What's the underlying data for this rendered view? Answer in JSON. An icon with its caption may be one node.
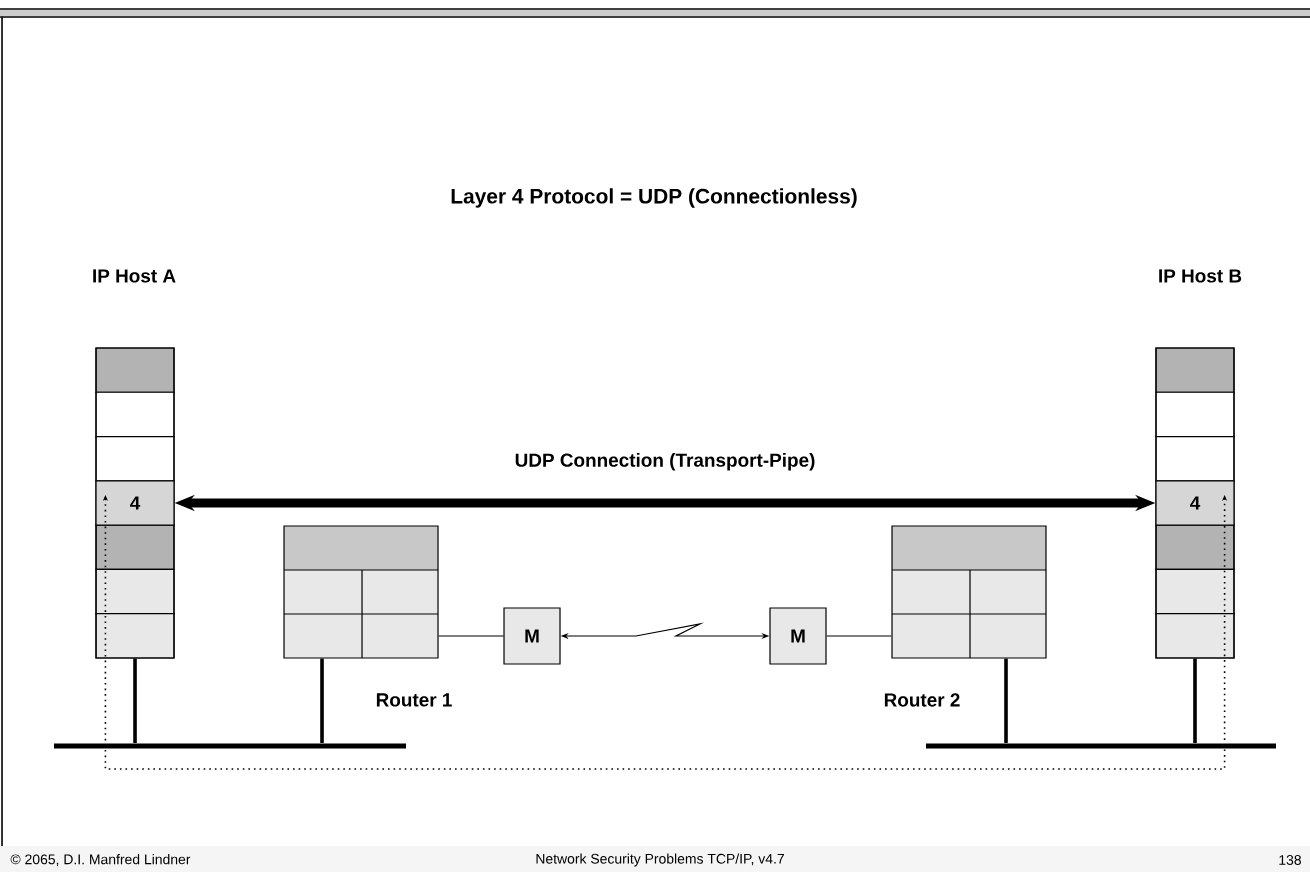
{
  "diagram": {
    "title": "Layer 4 Protocol = UDP (Connectionless)",
    "nodes": [
      {
        "text": [
          "IP Host A"
        ]
      },
      {
        "text": [
          "4"
        ],
        "in": 0
      },
      {
        "text": [
          "IP Host B"
        ]
      },
      {
        "text": [
          "4"
        ],
        "in": 2
      },
      {
        "text": [],
        "shape": "box",
        "beside": [
          "Router 1"
        ]
      },
      {
        "text": [
          "M"
        ]
      },
      {
        "text": [
          "M"
        ]
      },
      {
        "text": [],
        "shape": "box",
        "beside": [
          "Router 2"
        ]
      },
      {
        "text": [],
        "shape": "bar"
      },
      {
        "text": [],
        "shape": "bar"
      }
    ],
    "edges": [
      {
        "from": 1,
        "to": 3,
        "arrow": "both",
        "label": "UDP Connection (Transport-Pipe)",
        "style": "thick"
      },
      {
        "from": 4,
        "to": 5,
        "arrow": "none"
      },
      {
        "from": 5,
        "to": 6,
        "arrow": "both"
      },
      {
        "from": 6,
        "to": 7,
        "arrow": "none"
      },
      {
        "from": 0,
        "to": 8,
        "arrow": "none"
      },
      {
        "from": 4,
        "to": 8,
        "arrow": "none"
      },
      {
        "from": 7,
        "to": 9,
        "arrow": "none"
      },
      {
        "from": 2,
        "to": 9,
        "arrow": "none"
      },
      {
        "from": 1,
        "to": 3,
        "arrow": "both",
        "style": "dashed"
      }
    ],
    "labels": [
      "© 2065, D.I. Manfred Lindner",
      "Network Security Problems TCP/IP, v4.7",
      "138"
    ]
  }
}
